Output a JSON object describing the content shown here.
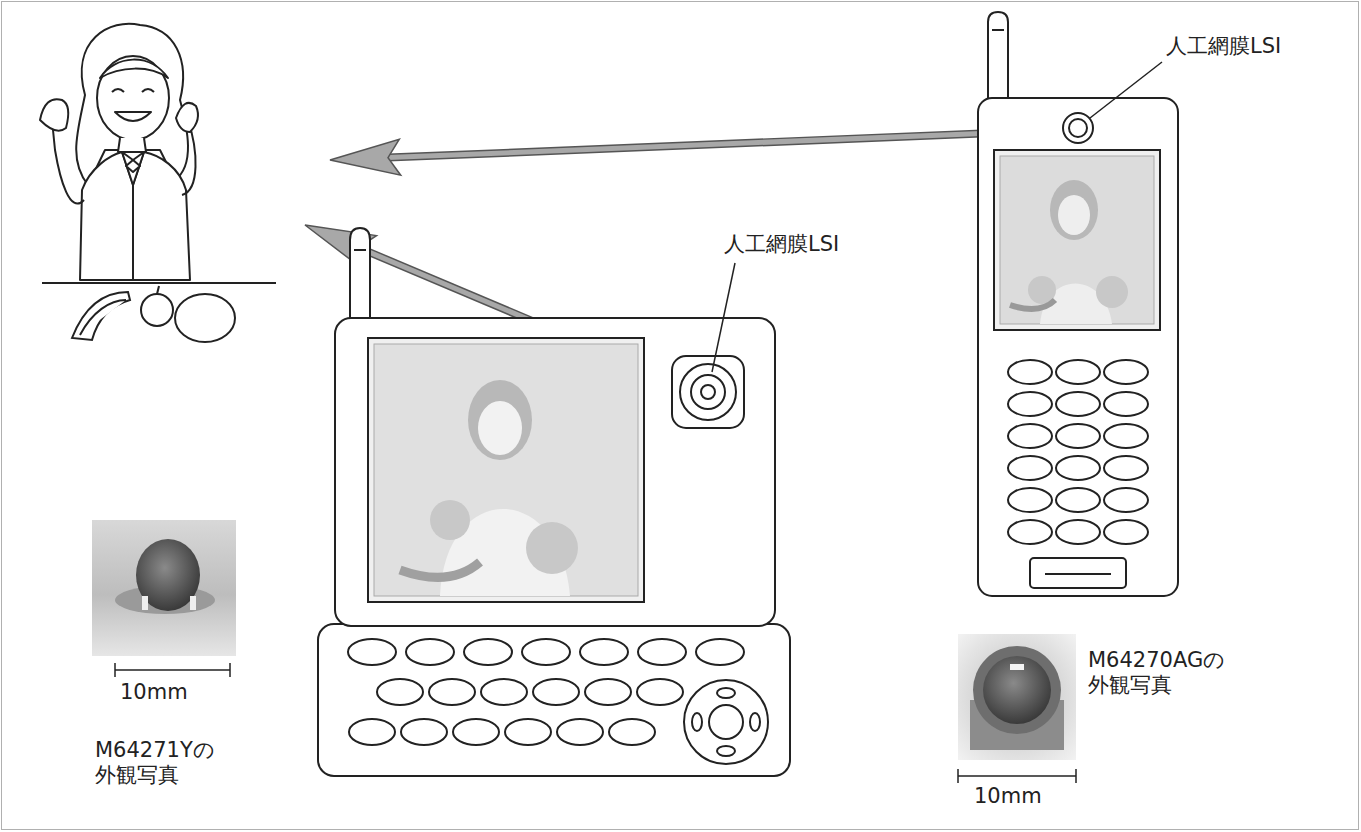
{
  "diagram": {
    "labels": [
      "人工網膜LSI",
      "人工網膜LSI",
      "10mm",
      "M64271Yの 外観写真",
      "M64270AGの 外観写真",
      "10mm"
    ]
  }
}
